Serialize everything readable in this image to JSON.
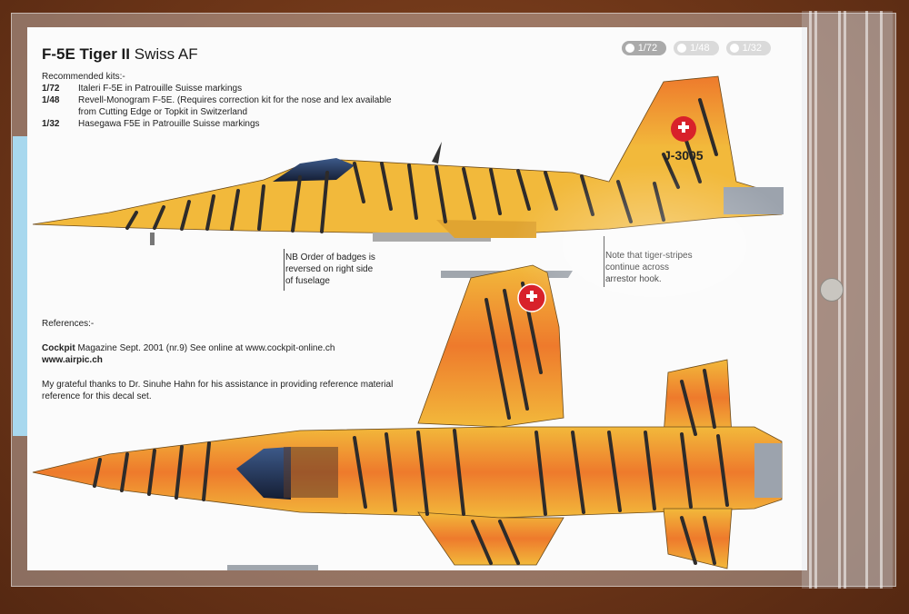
{
  "header": {
    "title_bold": "F-5E Tiger II",
    "title_rest": "Swiss AF"
  },
  "scales": [
    {
      "label": "1/72",
      "active": true
    },
    {
      "label": "1/48",
      "active": false
    },
    {
      "label": "1/32",
      "active": false
    }
  ],
  "kits": {
    "heading": "Recommended kits:-",
    "rows": [
      {
        "scale": "1/72",
        "text": "Italeri F-5E in Patrouille Suisse markings"
      },
      {
        "scale": "1/48",
        "text": "Revell-Monogram F-5E. (Requires correction kit for the nose and lex available"
      },
      {
        "scale": "",
        "text": "from Cutting Edge or Topkit in Switzerland"
      },
      {
        "scale": "1/32",
        "text": "Hasegawa F5E in Patrouille Suisse markings"
      }
    ]
  },
  "notes": {
    "badges": [
      "NB Order of badges is",
      "reversed on right side",
      "of fuselage"
    ],
    "stripes": [
      "Note that tiger-stripes",
      "continue across",
      "arrestor hook."
    ]
  },
  "tail_code": "J-3005",
  "references": {
    "heading": "References:-",
    "cockpit_bold": "Cockpit",
    "cockpit_rest": " Magazine Sept. 2001 (nr.9) See online at www.cockpit-online.ch",
    "website": "www.airpic.ch",
    "thanks": "My grateful thanks to Dr. Sinuhe Hahn for his assistance in providing reference material reference for this decal set."
  },
  "colors": {
    "tiger_yellow": "#f2b93b",
    "tiger_orange": "#ee7a2c",
    "stripe": "#2e2b2a",
    "swiss_red": "#d8212a",
    "canopy": "#1f2c4a",
    "table_wood": "#7a3c1c"
  }
}
